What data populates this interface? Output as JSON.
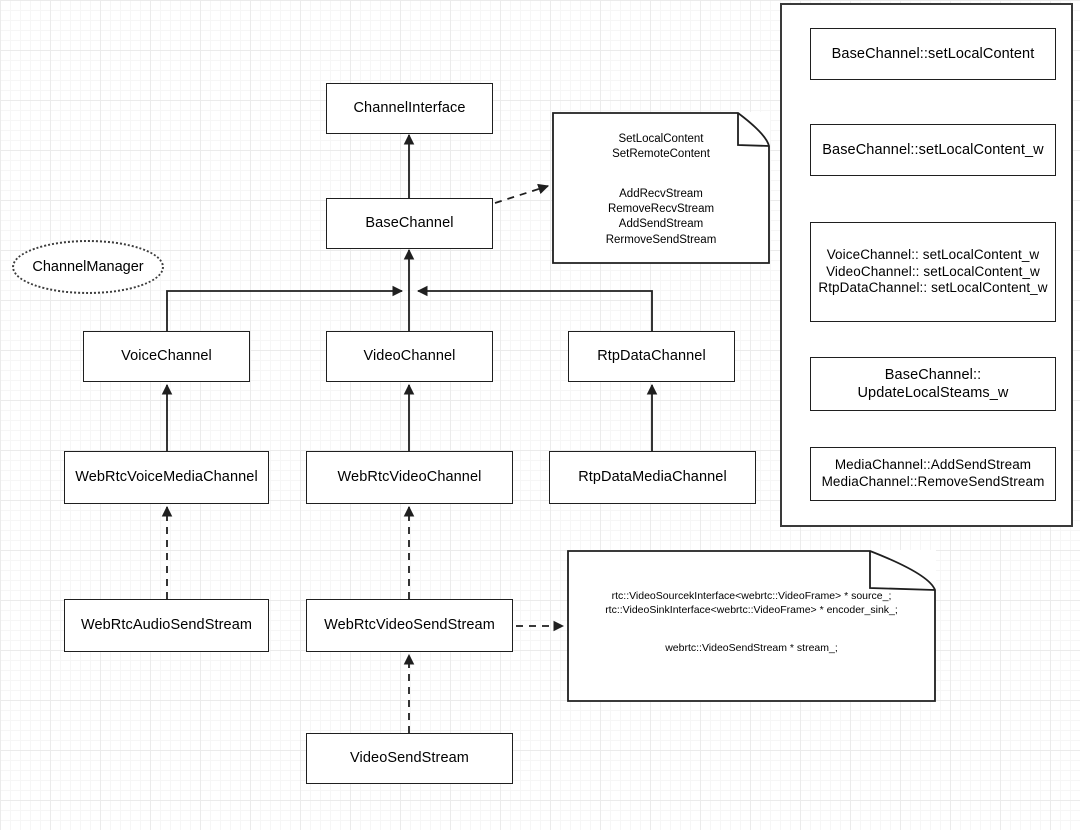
{
  "diagram": {
    "title": "WebRTC Channel class hierarchy and setLocalContent call flow",
    "colors": {
      "stroke": "#1f1f1f",
      "fill": "#ffffff",
      "grid_minor": "#f6f6f6",
      "grid_major": "#ebebeb",
      "dotted_stroke": "#3c3c3c"
    }
  },
  "nodes": {
    "channel_interface": "ChannelInterface",
    "base_channel": "BaseChannel",
    "channel_manager": "ChannelManager",
    "voice_channel": "VoiceChannel",
    "video_channel": "VideoChannel",
    "rtp_data_channel": "RtpDataChannel",
    "webrtc_voice_media_channel": "WebRtcVoiceMediaChannel",
    "webrtc_video_channel": "WebRtcVideoChannel",
    "rtp_data_media_channel": "RtpDataMediaChannel",
    "webrtc_audio_send_stream": "WebRtcAudioSendStream",
    "webrtc_video_send_stream": "WebRtcVideoSendStream",
    "video_send_stream": "VideoSendStream"
  },
  "notes": {
    "base_channel_methods": {
      "group_one": "SetLocalContent\nSetRemoteContent",
      "group_two": "AddRecvStream\nRemoveRecvStream\nAddSendStream\nRermoveSendStream"
    },
    "video_send_stream_members": {
      "group_one": "rtc::VideoSourcekInterface<webrtc::VideoFrame> * source_;\nrtc::VideoSinkInterface<webrtc::VideoFrame> * encoder_sink_;",
      "group_two": "webrtc::VideoSendStream * stream_;"
    }
  },
  "flow_panel": {
    "steps": [
      "BaseChannel::setLocalContent",
      "BaseChannel::setLocalContent_w",
      "VoiceChannel:: setLocalContent_w\nVideoChannel:: setLocalContent_w\nRtpDataChannel:: setLocalContent_w",
      "BaseChannel::\nUpdateLocalSteams_w",
      "MediaChannel::AddSendStream\nMediaChannel::RemoveSendStream"
    ]
  }
}
